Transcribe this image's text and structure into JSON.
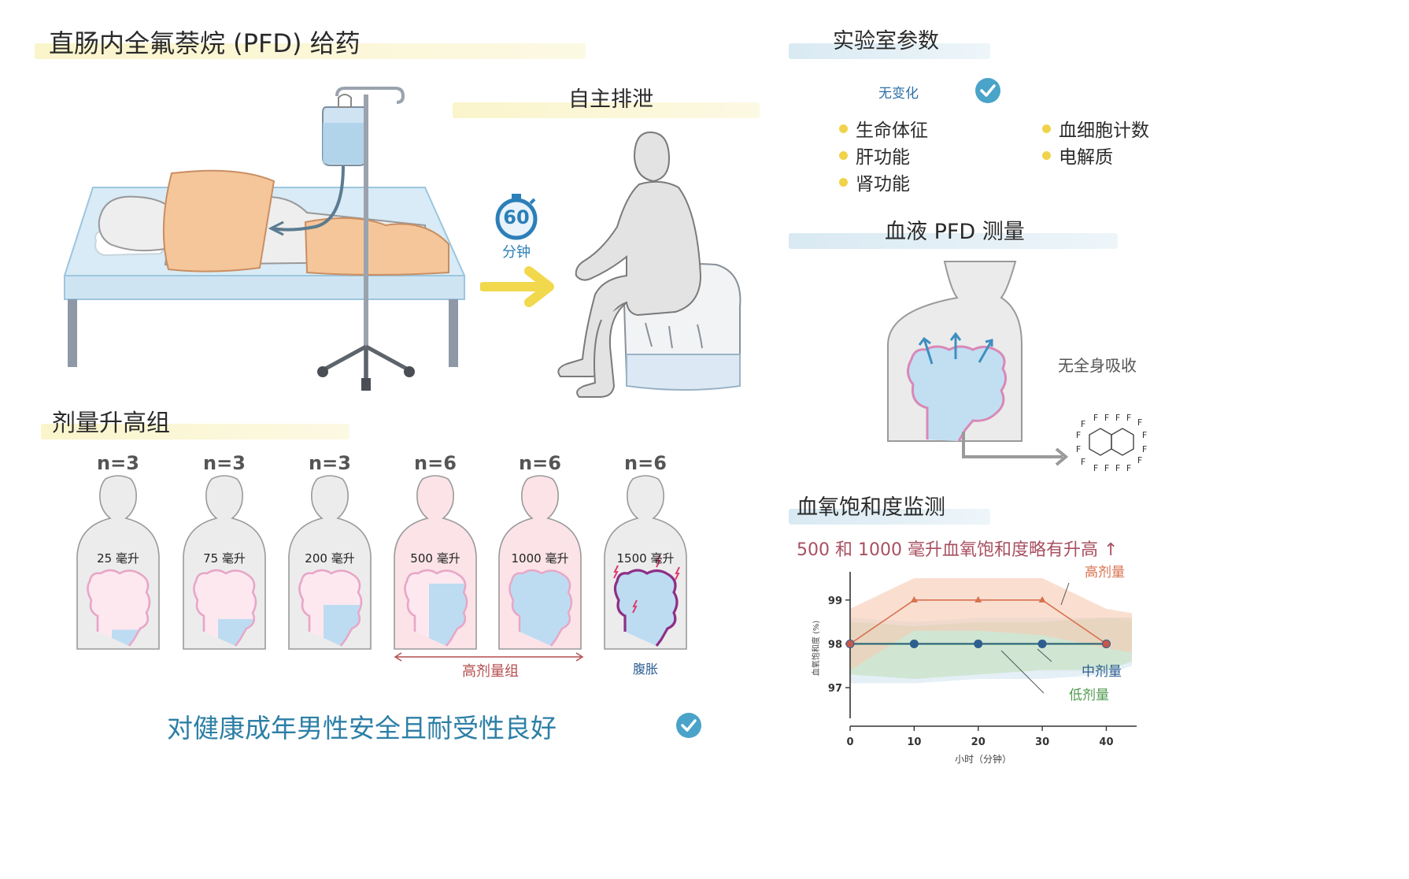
{
  "left": {
    "title": "直肠内全氟萘烷 (PFD) 给药",
    "timer_value": "60",
    "timer_unit": "分钟",
    "expulsion_title": "自主排泄"
  },
  "dose_group": {
    "title": "剂量升高组",
    "groups": [
      {
        "n": "n=3",
        "dose": "25 毫升",
        "fill": 0.05
      },
      {
        "n": "n=3",
        "dose": "75 毫升",
        "fill": 0.2
      },
      {
        "n": "n=3",
        "dose": "200 毫升",
        "fill": 0.4
      },
      {
        "n": "n=6",
        "dose": "500 毫升",
        "fill": 0.7
      },
      {
        "n": "n=6",
        "dose": "1000 毫升",
        "fill": 1.0
      },
      {
        "n": "n=6",
        "dose": "1500 毫升",
        "fill": 1.0
      }
    ],
    "high_dose_label": "高剂量组",
    "bloating_label": "腹胀",
    "conclusion": "对健康成年男性安全且耐受性良好"
  },
  "lab": {
    "title": "实验室参数",
    "no_change": "无变化",
    "col1": [
      "生命体征",
      "肝功能",
      "肾功能"
    ],
    "col2": [
      "血细胞计数",
      "电解质"
    ]
  },
  "blood": {
    "title": "血液 PFD 测量",
    "no_absorption": "无全身吸收",
    "molecule_atom": "F"
  },
  "spo2": {
    "title": "血氧饱和度监测",
    "note": "500 和 1000 毫升血氧饱和度略有升高 ↑"
  },
  "chart_data": {
    "type": "line",
    "xlabel": "小时（分钟）",
    "ylabel": "血氧饱和度 (%)",
    "x": [
      0,
      10,
      20,
      30,
      40
    ],
    "xlim": [
      0,
      44
    ],
    "ylim": [
      96.3,
      99.5
    ],
    "yticks": [
      97,
      98,
      99
    ],
    "series": [
      {
        "name": "高剂量",
        "values": [
          98.0,
          99.0,
          99.0,
          99.0,
          98.0
        ],
        "color": "#d9714f"
      },
      {
        "name": "中剂量",
        "values": [
          98.0,
          98.0,
          98.0,
          98.0,
          98.0
        ],
        "color": "#2e5e8f"
      },
      {
        "name": "低剂量",
        "values": [
          98.0,
          98.0,
          98.0,
          98.0,
          98.0
        ],
        "color": "#4f9a4f"
      }
    ]
  }
}
